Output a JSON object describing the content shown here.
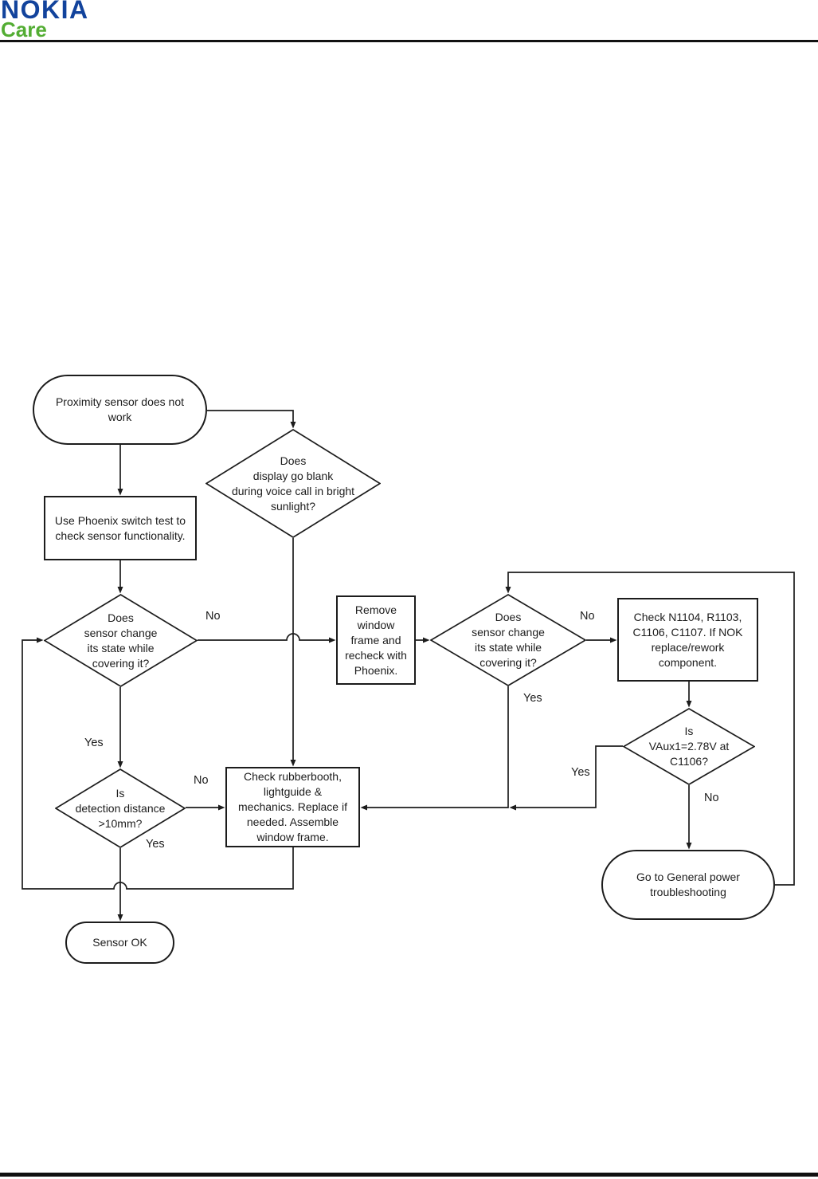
{
  "brand": {
    "nokia": "NOKIA",
    "care": "Care",
    "nokia_color": "#12439c",
    "care_color": "#53ad33"
  },
  "flowchart": {
    "nodes": {
      "start": {
        "type": "terminal",
        "text": "Proximity sensor does not\nwork"
      },
      "display_blank": {
        "type": "decision",
        "text": "Does\ndisplay go blank\nduring voice call in bright\nsunlight?"
      },
      "phoenix_test": {
        "type": "process",
        "text": "Use Phoenix switch test to\ncheck sensor functionality."
      },
      "sensor_change_1": {
        "type": "decision",
        "text": "Does\nsensor change\nits state while\ncovering it?"
      },
      "remove_frame": {
        "type": "process",
        "text": "Remove\nwindow\nframe and\nrecheck with\nPhoenix."
      },
      "sensor_change_2": {
        "type": "decision",
        "text": "Does\nsensor change\nits state while\ncovering it?"
      },
      "check_components": {
        "type": "process",
        "text": "Check N1104, R1103,\nC1106, C1107. If NOK\nreplace/rework\ncomponent."
      },
      "vaux_check": {
        "type": "decision",
        "text": "Is\nVAux1=2.78V at\nC1106?"
      },
      "detection_distance": {
        "type": "decision",
        "text": "Is\ndetection distance\n>10mm?"
      },
      "check_mechanics": {
        "type": "process",
        "text": "Check rubberbooth,\nlightguide &\nmechanics. Replace if\nneeded. Assemble\nwindow frame."
      },
      "power_troubleshooting": {
        "type": "terminal",
        "text": "Go to General power\ntroubleshooting"
      },
      "sensor_ok": {
        "type": "terminal",
        "text": "Sensor OK"
      }
    },
    "labels": {
      "sensor1_no": "No",
      "sensor1_yes": "Yes",
      "sensor2_no": "No",
      "sensor2_yes": "Yes",
      "vaux_yes": "Yes",
      "vaux_no": "No",
      "distance_no": "No",
      "distance_yes": "Yes"
    },
    "line_color": "#1c1c1c"
  }
}
